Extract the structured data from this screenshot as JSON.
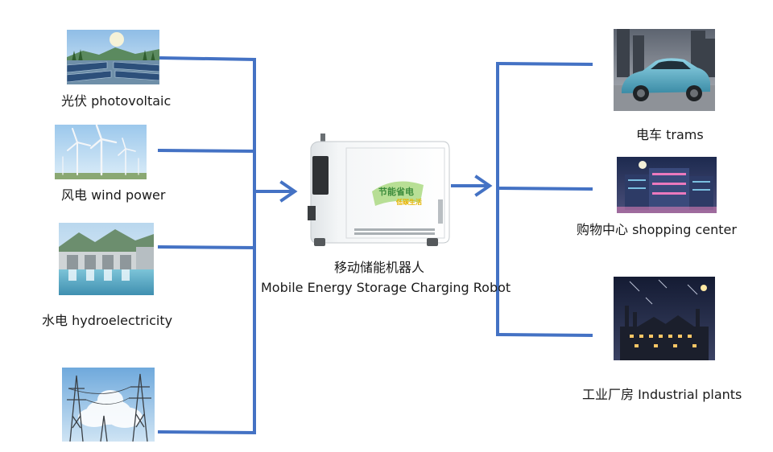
{
  "sources": [
    {
      "icon": "solar-panels-icon",
      "label": "光伏  photovoltaic"
    },
    {
      "icon": "wind-turbines-icon",
      "label": "风电  wind power"
    },
    {
      "icon": "hydro-dam-icon",
      "label": "水电  hydroelectricity"
    },
    {
      "icon": "power-pylons-icon",
      "label": ""
    }
  ],
  "robot": {
    "icon": "energy-storage-robot-icon",
    "name_cn": "移动储能机器人",
    "name_en": "Mobile Energy Storage Charging Robot"
  },
  "consumers": [
    {
      "icon": "electric-car-icon",
      "label": "电车  trams"
    },
    {
      "icon": "shopping-mall-icon",
      "label": "购物中心 shopping center"
    },
    {
      "icon": "factory-icon",
      "label": "工业厂房  Industrial plants"
    }
  ],
  "colors": {
    "connector": "#4472c4"
  }
}
